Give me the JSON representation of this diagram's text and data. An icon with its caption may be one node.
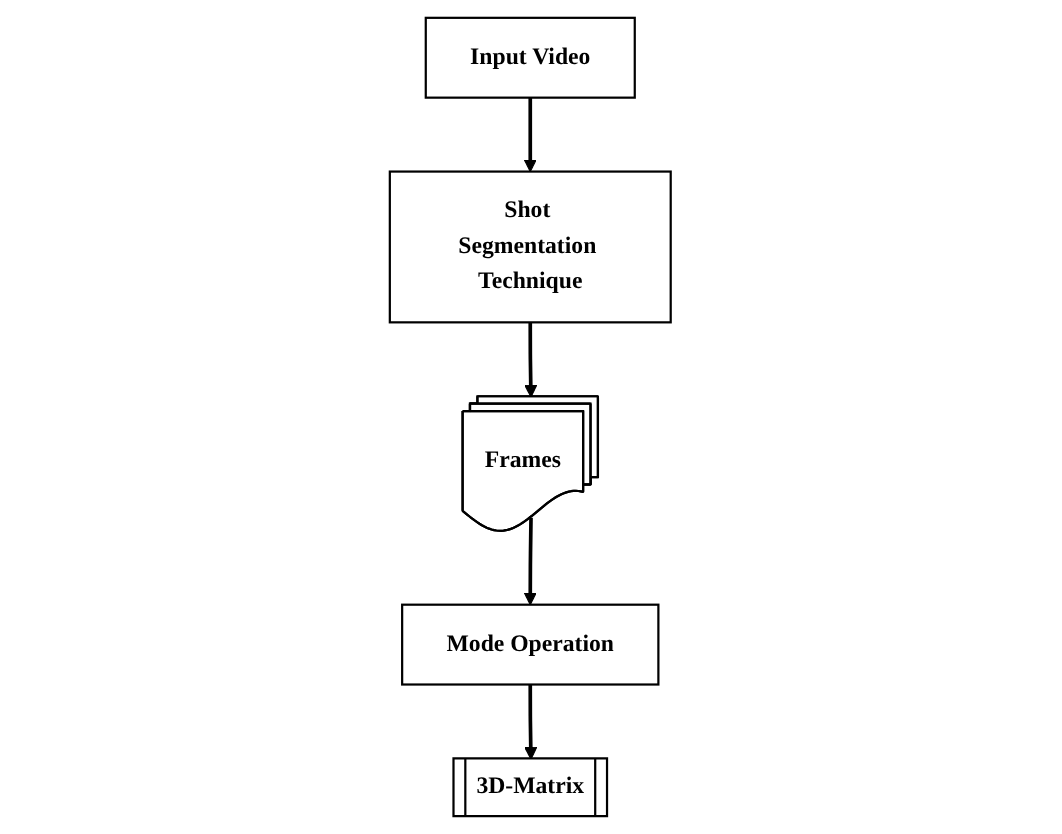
{
  "diagram": {
    "nodes": [
      {
        "text": [
          "Input Video"
        ]
      },
      {
        "text": [
          "Shot Segmentation Technique"
        ]
      },
      {
        "text": [
          "Frames"
        ]
      },
      {
        "text": [
          "Mode Operation"
        ]
      },
      {
        "text": [
          "3D-Matrix"
        ]
      }
    ],
    "edges": [
      {
        "from": 0,
        "to": 1,
        "arrow": "to"
      },
      {
        "from": 1,
        "to": 2,
        "arrow": "to"
      },
      {
        "from": 2,
        "to": 3,
        "arrow": "to"
      },
      {
        "from": 3,
        "to": 4,
        "arrow": "to"
      }
    ]
  }
}
